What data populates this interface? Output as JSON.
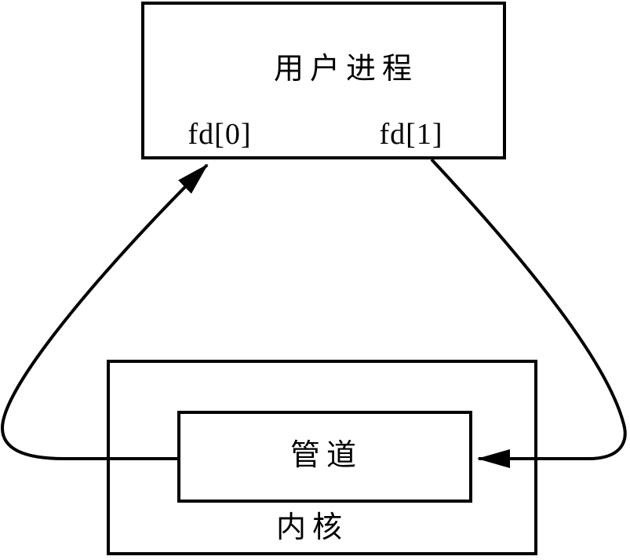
{
  "diagram": {
    "type": "unix-pipe-diagram",
    "user_process": {
      "label": "用户进程",
      "fd0_label": "fd[0]",
      "fd1_label": "fd[1]"
    },
    "kernel": {
      "label": "内核"
    },
    "pipe": {
      "label": "管道"
    },
    "arrows": [
      {
        "name": "write-arrow",
        "from": "fd[1]",
        "to": "管道",
        "direction": "into-pipe-right-side"
      },
      {
        "name": "read-arrow",
        "from": "管道",
        "to": "fd[0]",
        "direction": "up-into-user-process"
      }
    ],
    "colors": {
      "stroke": "#000000",
      "background": "#ffffff",
      "text": "#000000"
    }
  }
}
